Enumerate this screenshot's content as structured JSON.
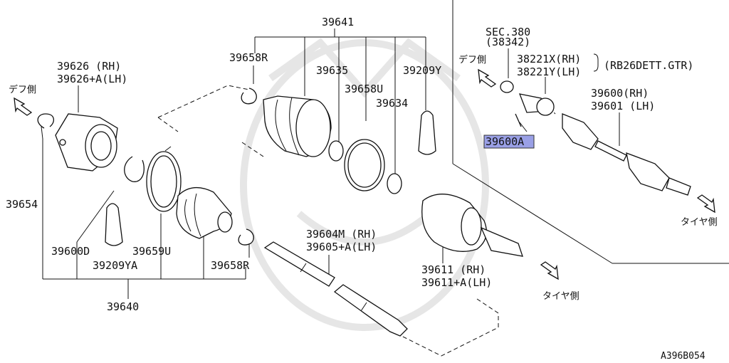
{
  "labels": {
    "p39641": "39641",
    "p39658r_top": "39658R",
    "p39635": "39635",
    "p39658u": "39658U",
    "p39209y": "39209Y",
    "p39634": "39634",
    "p39626_rh": "39626  (RH)",
    "p39626_lh": "39626+A(LH)",
    "def_left": "デフ側",
    "p39654": "39654",
    "p39600d": "39600D",
    "p39659u": "39659U",
    "p39209ya": "39209YA",
    "p39658r_bot": "39658R",
    "p39640": "39640",
    "p39604m": "39604M (RH)",
    "p39605": "39605+A(LH)",
    "p39611_rh": "39611   (RH)",
    "p39611_lh": "39611+A(LH)",
    "tire_mid": "タイヤ側",
    "sec380": "SEC.380",
    "sec380_sub": "(38342)",
    "def_right": "デフ側",
    "p38221x": "38221X(RH)",
    "p38221y": "38221Y(LH)",
    "rb26": "(RB26DETT.GTR)",
    "p39600_rh": "39600(RH)",
    "p39601_lh": "39601 (LH)",
    "p39600a": "39600A",
    "tire_right": "タイヤ側",
    "diagram_code": "A396B054"
  },
  "highlight": {
    "part": "39600A",
    "color": "#9aa0e6"
  }
}
